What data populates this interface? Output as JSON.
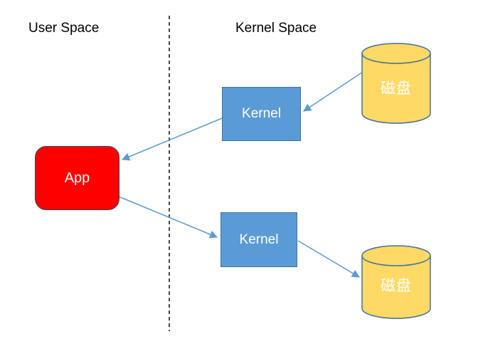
{
  "labels": {
    "user_space": "User Space",
    "kernel_space": "Kernel Space"
  },
  "nodes": {
    "app": {
      "label": "App"
    },
    "kernel_top": {
      "label": "Kernel"
    },
    "kernel_bottom": {
      "label": "Kernel"
    },
    "disk_top": {
      "label": "磁盘"
    },
    "disk_bottom": {
      "label": "磁盘"
    }
  },
  "edges": [
    {
      "from": "disk_top",
      "to": "kernel_top"
    },
    {
      "from": "kernel_top",
      "to": "app"
    },
    {
      "from": "app",
      "to": "kernel_bottom"
    },
    {
      "from": "kernel_bottom",
      "to": "disk_bottom"
    }
  ],
  "colors": {
    "kernel_box_fill": "#5B9BD5",
    "kernel_box_border": "#41719C",
    "app_fill": "#FE0000",
    "app_border": "#3C4657",
    "disk_fill": "#FFD966",
    "disk_border": "#41719C",
    "arrow_line": "#5B9BD5",
    "divider": "#1A1A1A",
    "node_text": "#FFFFFF",
    "label_text": "#000000",
    "background": "#FFFFFF"
  }
}
